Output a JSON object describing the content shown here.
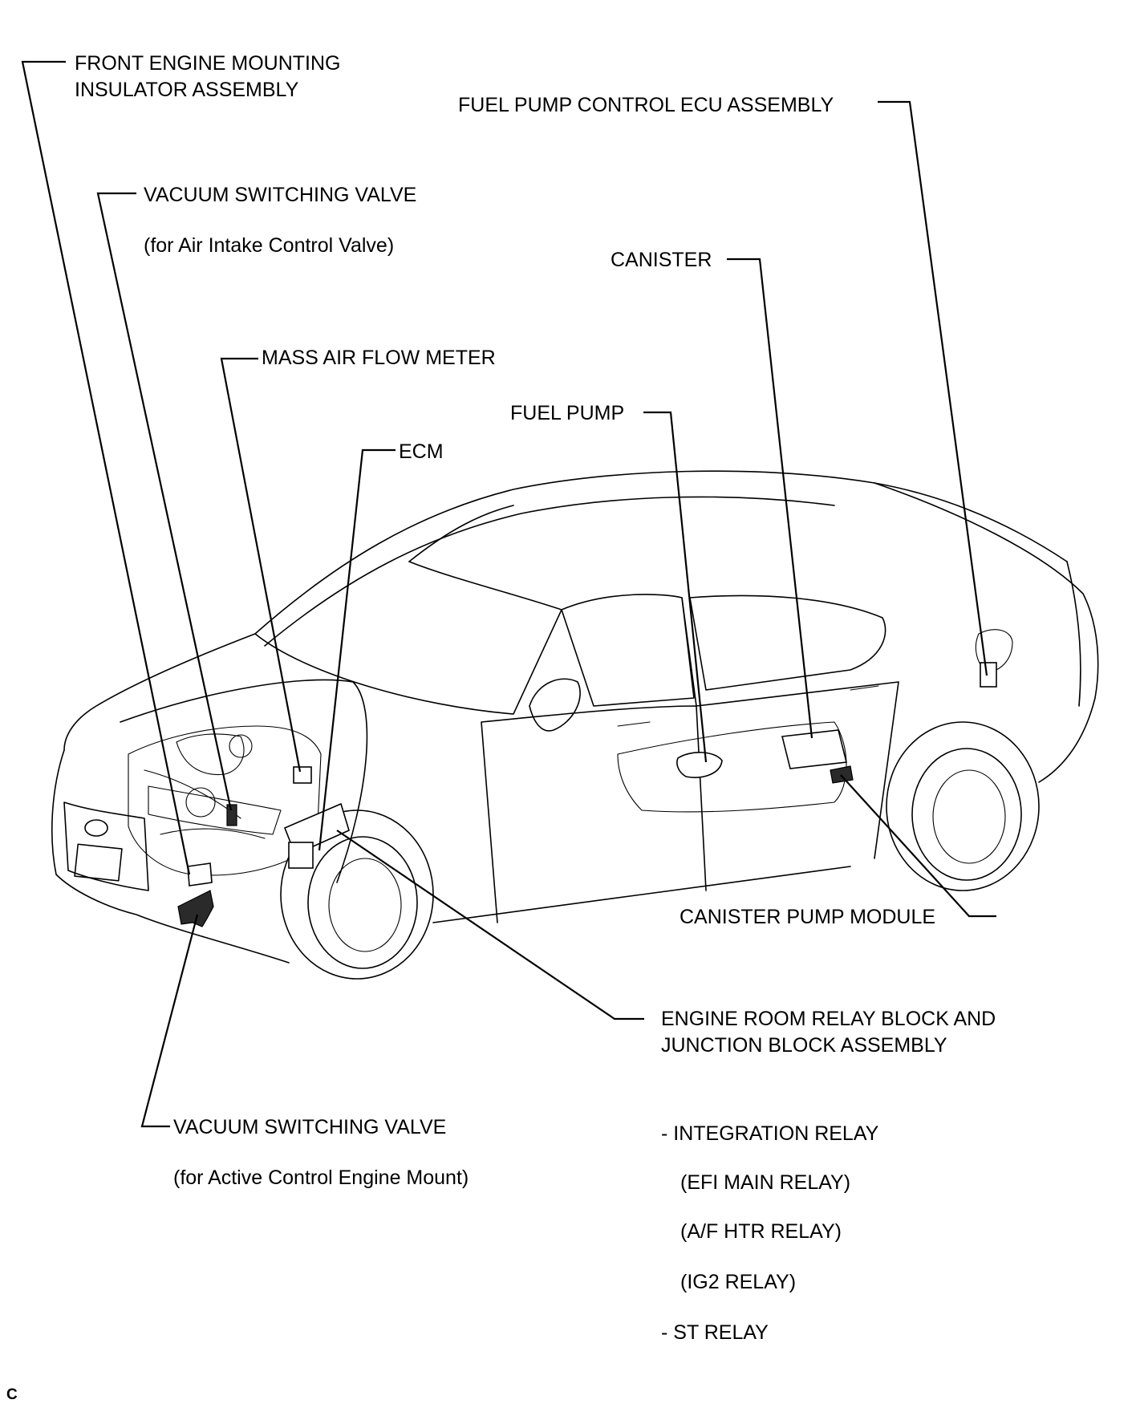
{
  "labels": {
    "front_engine_mount_l1": "FRONT ENGINE MOUNTING",
    "front_engine_mount_l2": "INSULATOR ASSEMBLY",
    "fuel_pump_control_ecu": "FUEL PUMP CONTROL ECU ASSEMBLY",
    "vsv_air_intake": "VACUUM SWITCHING VALVE",
    "vsv_air_intake_note": "(for Air Intake Control Valve)",
    "canister": "CANISTER",
    "mass_air_flow_meter": "MASS AIR FLOW METER",
    "fuel_pump": "FUEL PUMP",
    "ecm": "ECM",
    "canister_pump_module": "CANISTER PUMP MODULE",
    "relay_block_l1": "ENGINE ROOM RELAY BLOCK AND",
    "relay_block_l2": "JUNCTION BLOCK ASSEMBLY",
    "vsv_engine_mount": "VACUUM SWITCHING VALVE",
    "vsv_engine_mount_note": "(for Active Control Engine Mount)"
  },
  "relay_list": [
    "-  INTEGRATION RELAY",
    "(EFI MAIN RELAY)",
    "(A/F HTR RELAY)",
    "(IG2 RELAY)",
    "- ST RELAY"
  ],
  "corner_mark": "C"
}
